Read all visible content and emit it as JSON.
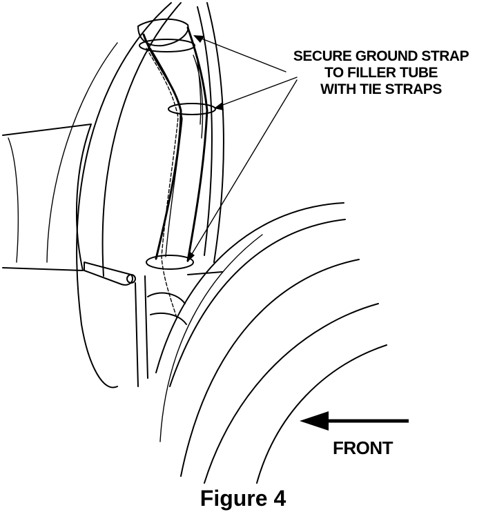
{
  "figure": {
    "callout_lines": [
      "SECURE GROUND STRAP",
      "TO FILLER TUBE",
      "WITH TIE STRAPS"
    ],
    "direction_label": "FRONT",
    "caption": "Figure 4"
  },
  "colors": {
    "ink": "#000000",
    "paper": "#ffffff"
  },
  "icons": {
    "direction": "arrow-left-icon"
  }
}
